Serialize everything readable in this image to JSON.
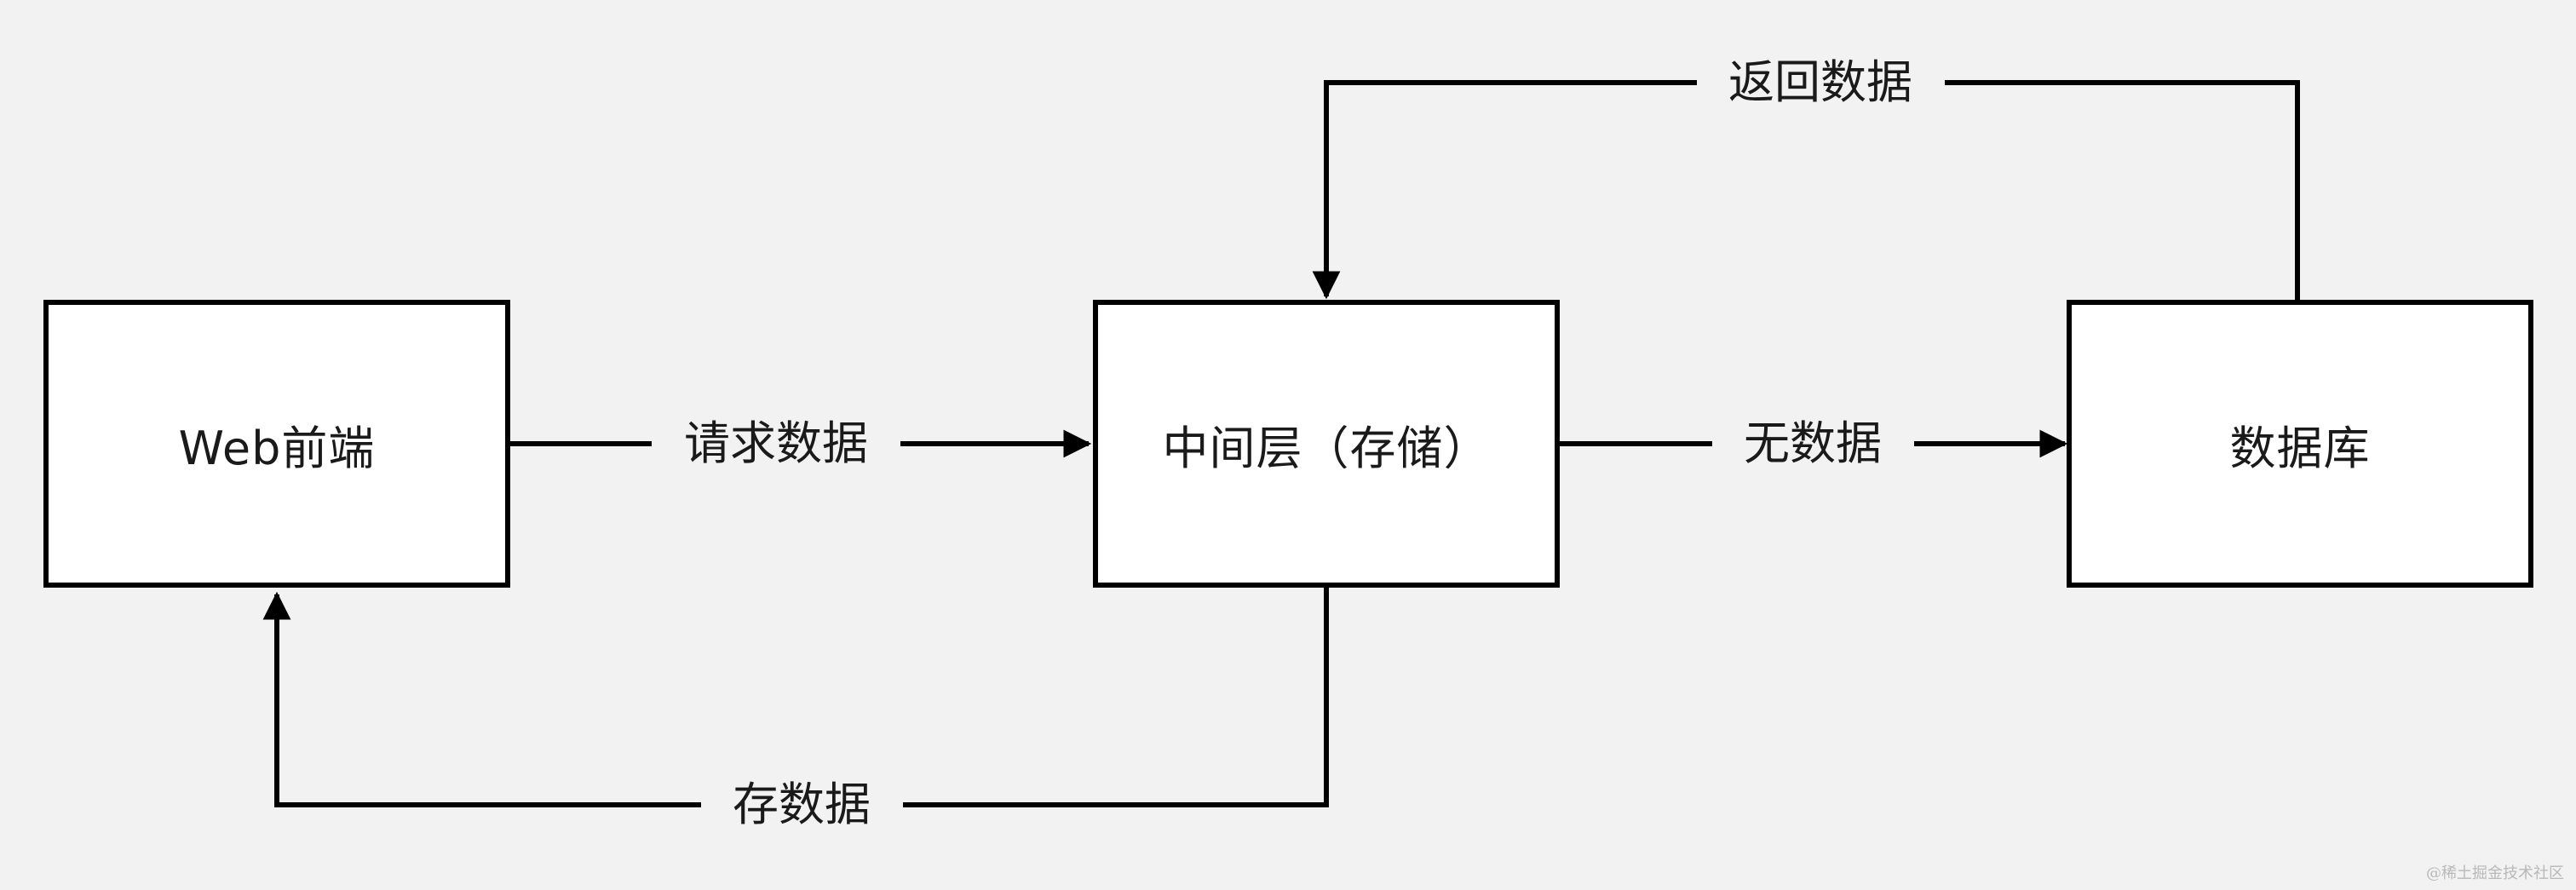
{
  "nodes": {
    "web_frontend": "Web前端",
    "middle_layer": "中间层（存储）",
    "database": "数据库"
  },
  "edges": {
    "request_data": "请求数据",
    "no_data": "无数据",
    "return_data": "返回数据",
    "store_data": "存数据"
  },
  "watermark": "@稀土掘金技术社区",
  "colors": {
    "background": "#f2f2f2",
    "box_fill": "#ffffff",
    "stroke": "#000000"
  }
}
